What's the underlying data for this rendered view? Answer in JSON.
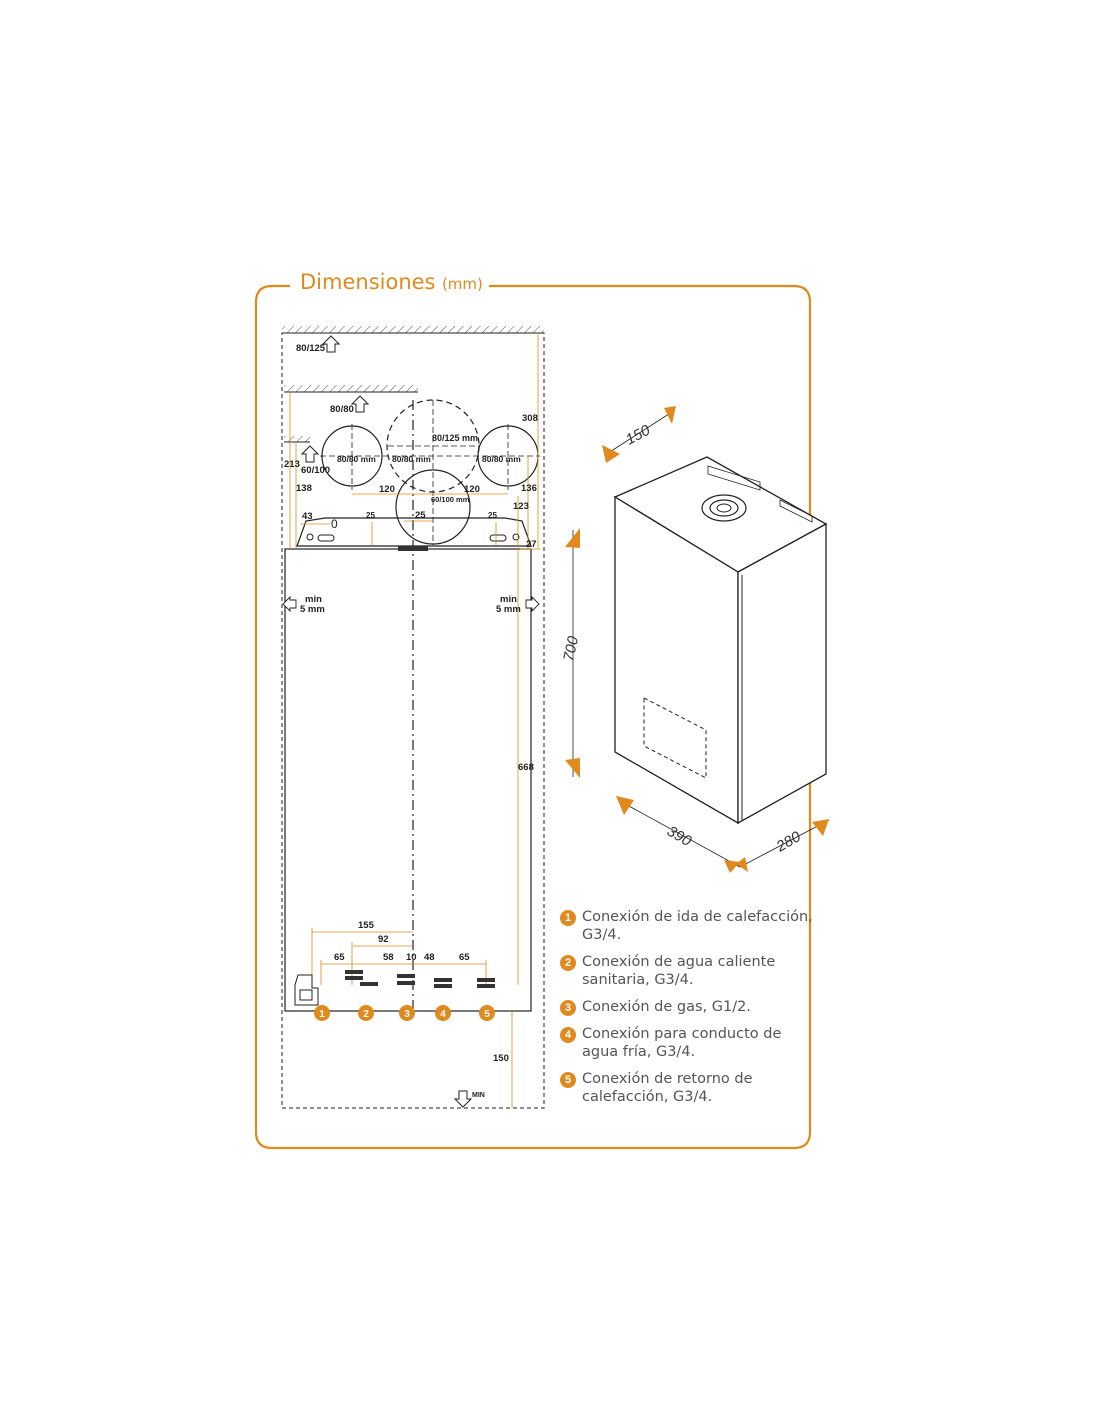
{
  "title": {
    "main": "Dimensiones",
    "unit": "(mm)"
  },
  "accent_color": "#e08a1e",
  "front_view": {
    "flue_labels": {
      "top": "80/125",
      "mid": "80/80",
      "side": "60/100",
      "center": "80/125 mm",
      "left_circle": "80/80 mm",
      "mid_circle": "80/80 mm",
      "right_circle": "80/80 mm",
      "bottom_circle": "60/100 mm"
    },
    "dims": {
      "d308": "308",
      "d213": "213",
      "d138": "138",
      "d136": "136",
      "d123": "123",
      "d120a": "120",
      "d120b": "120",
      "d43": "43",
      "d0": "0",
      "d25": "25",
      "d25a": "25",
      "d25b": "25",
      "d27": "27",
      "d668": "668",
      "d155": "155",
      "d92": "92",
      "d65a": "65",
      "d58": "58",
      "d10": "10",
      "d48": "48",
      "d65b": "65",
      "d150": "150"
    },
    "min_left": {
      "l1": "min",
      "l2": "5 mm"
    },
    "min_right": {
      "l1": "min",
      "l2": "5 mm"
    },
    "min_bottom": "MIN",
    "connectors": [
      "1",
      "2",
      "3",
      "4",
      "5"
    ]
  },
  "iso_view": {
    "depth_top": "150",
    "height": "700",
    "width": "390",
    "depth": "280"
  },
  "legend": [
    {
      "num": "1",
      "line1": "Conexión de ida de calefacción,",
      "line2": "G3/4."
    },
    {
      "num": "2",
      "line1": "Conexión de agua caliente",
      "line2": "sanitaria, G3/4."
    },
    {
      "num": "3",
      "line1": "Conexión de gas, G1/2.",
      "line2": ""
    },
    {
      "num": "4",
      "line1": "Conexión para conducto de",
      "line2": "agua fría, G3/4."
    },
    {
      "num": "5",
      "line1": "Conexión de retorno de",
      "line2": "calefacción, G3/4."
    }
  ]
}
